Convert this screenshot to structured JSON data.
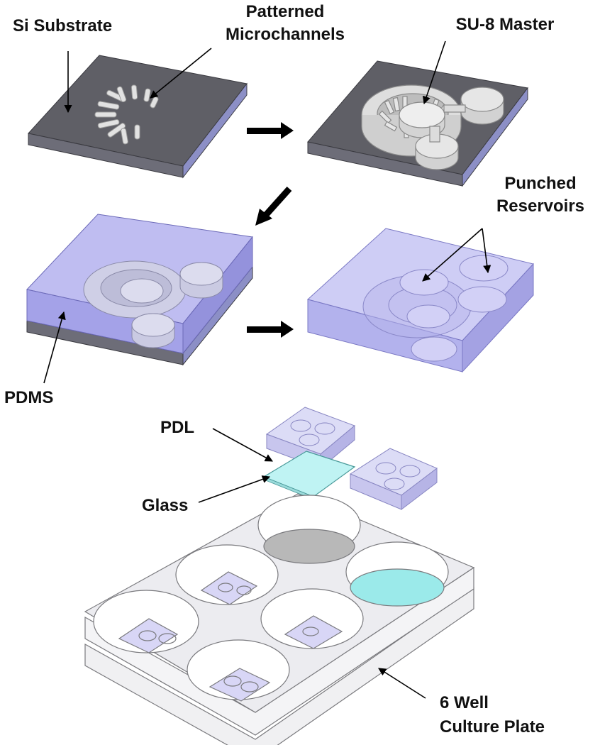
{
  "labels": {
    "si_substrate": "Si Substrate",
    "patterned": "Patterned",
    "microchannels": "Microchannels",
    "su8_master": "SU-8 Master",
    "punched": "Punched",
    "reservoirs": "Reservoirs",
    "pdms": "PDMS",
    "pdl": "PDL",
    "glass": "Glass",
    "six_well": "6 Well",
    "culture_plate": "Culture Plate"
  },
  "colors": {
    "silicon": "#5f5f66",
    "silicon_side": "#8c8fc6",
    "su8": "#dedede",
    "pdms": "#9a98e6",
    "glass": "#bff3f3",
    "plate": "#ececf0",
    "well_gray": "#b8b8b8",
    "well_cyan": "#9beaea"
  }
}
